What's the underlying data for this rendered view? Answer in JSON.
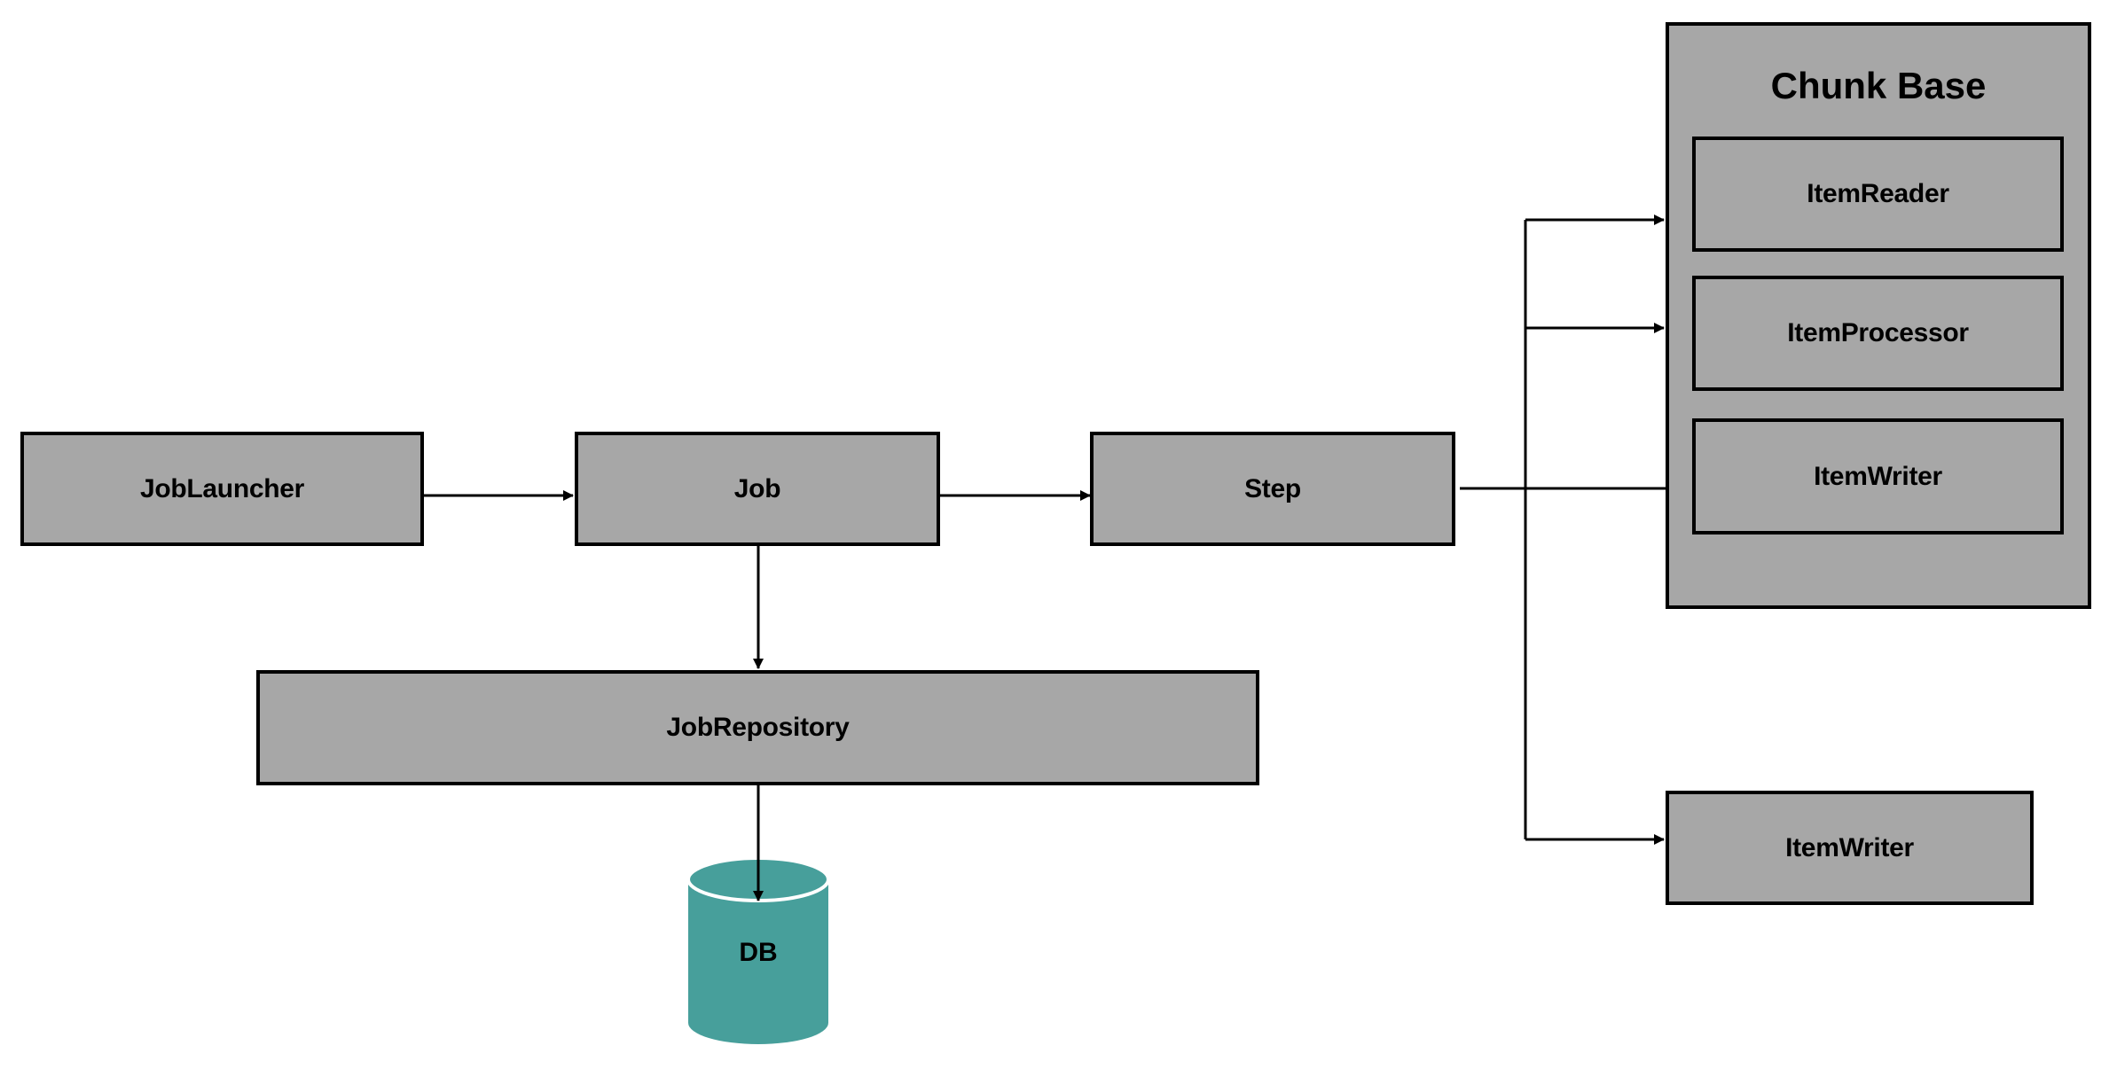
{
  "diagram": {
    "nodes": {
      "job_launcher": "JobLauncher",
      "job": "Job",
      "step": "Step",
      "job_repository": "JobRepository",
      "db": "DB",
      "chunk_base": {
        "title": "Chunk Base",
        "item_reader": "ItemReader",
        "item_processor": "ItemProcessor",
        "item_writer": "ItemWriter"
      },
      "item_writer_standalone": "ItemWriter"
    },
    "colors": {
      "box_fill": "#a7a7a7",
      "border": "#000000",
      "db_fill": "#479f9b",
      "db_top_rim": "#ffffff"
    }
  }
}
